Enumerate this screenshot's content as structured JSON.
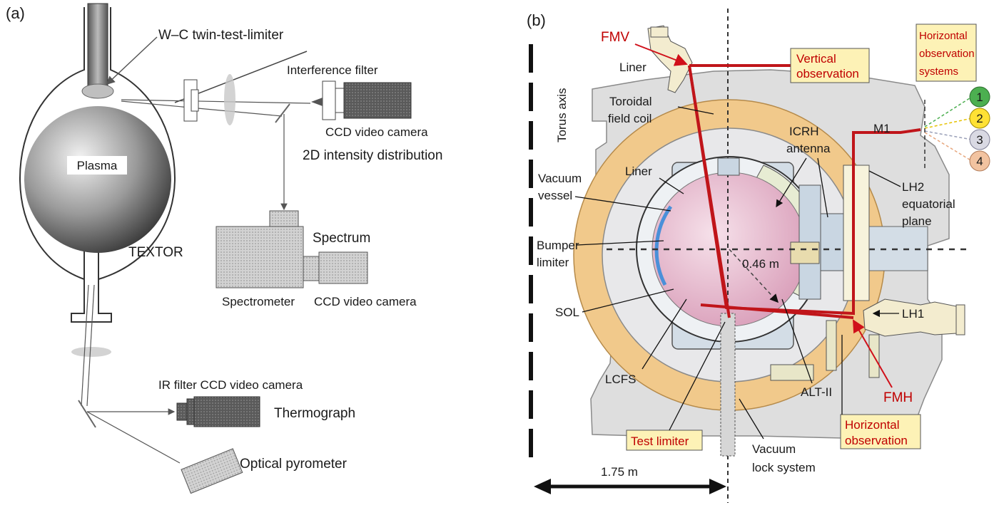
{
  "panel_a": {
    "tag": "(a)",
    "limiter": "W–C twin-test-limiter",
    "filter": "Interference filter",
    "ccd_top": "CCD video camera",
    "intensity": "2D intensity distribution",
    "plasma": "Plasma",
    "spectrum": "Spectrum",
    "textor": "TEXTOR",
    "spectrometer": "Spectrometer",
    "ccd_spec": "CCD video camera",
    "ir_ccd": "IR filter CCD video camera",
    "thermograph": "Thermograph",
    "pyrometer": "Optical pyrometer"
  },
  "panel_b": {
    "tag": "(b)",
    "fmv": "FMV",
    "liner_top": "Liner",
    "vertical_obs": [
      "Vertical",
      "observation"
    ],
    "horizontal_systems": [
      "Horizontal",
      "observation",
      "systems"
    ],
    "torus_axis": "Torus axis",
    "toroidal_coil": [
      "Toroidal",
      "field coil"
    ],
    "icrh": [
      "ICRH",
      "antenna"
    ],
    "m1": "M1",
    "ch1": "1",
    "ch2": "2",
    "ch3": "3",
    "ch4": "4",
    "liner_mid": "Liner",
    "vacuum_vessel": [
      "Vacuum",
      "vessel"
    ],
    "lh2": [
      "LH2",
      "equatorial",
      "plane"
    ],
    "bumper": [
      "Bumper",
      "limiter"
    ],
    "radius": "0.46 m",
    "lh1": "LH1",
    "sol": "SOL",
    "lcfs": "LCFS",
    "alt": "ALT-II",
    "fmh": "FMH",
    "horizontal_obs": [
      "Horizontal",
      "observation"
    ],
    "test_limiter": "Test limiter",
    "vacuum_lock": [
      "Vacuum",
      "lock system"
    ],
    "scale": "1.75 m"
  },
  "colors": {
    "beam_red": "#c0151a",
    "label_red": "#c00000",
    "coil_orange": "#f1c98b",
    "vessel_gray": "#d6d6d6",
    "box_yellow": "#fdf2b6",
    "plasma_pink": "#e8bcd0",
    "ch1_green": "#4caf50",
    "ch2_yellow": "#ffe135",
    "ch3_gray": "#d9d9e3",
    "ch4_peach": "#f2c3a0"
  }
}
